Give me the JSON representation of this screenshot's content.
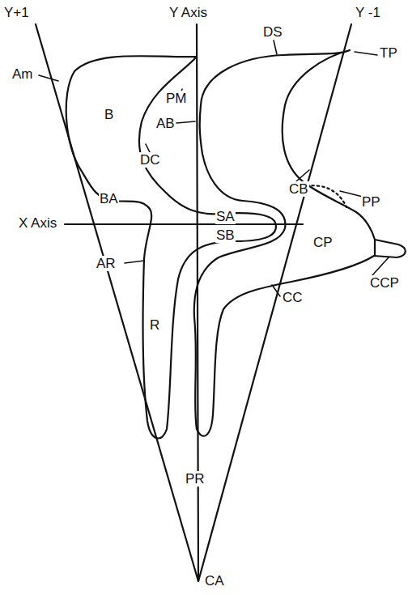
{
  "diagram": {
    "labels": [
      "Y+1",
      "Y Axis",
      "Y -1",
      "DS",
      "TP",
      "Am",
      "B",
      "PM",
      "AB",
      "DC",
      "CB",
      "PP",
      "BA",
      "X Axis",
      "SA",
      "SB",
      "CP",
      "CCP",
      "AR",
      "CC",
      "R",
      "PR",
      "CA"
    ]
  }
}
